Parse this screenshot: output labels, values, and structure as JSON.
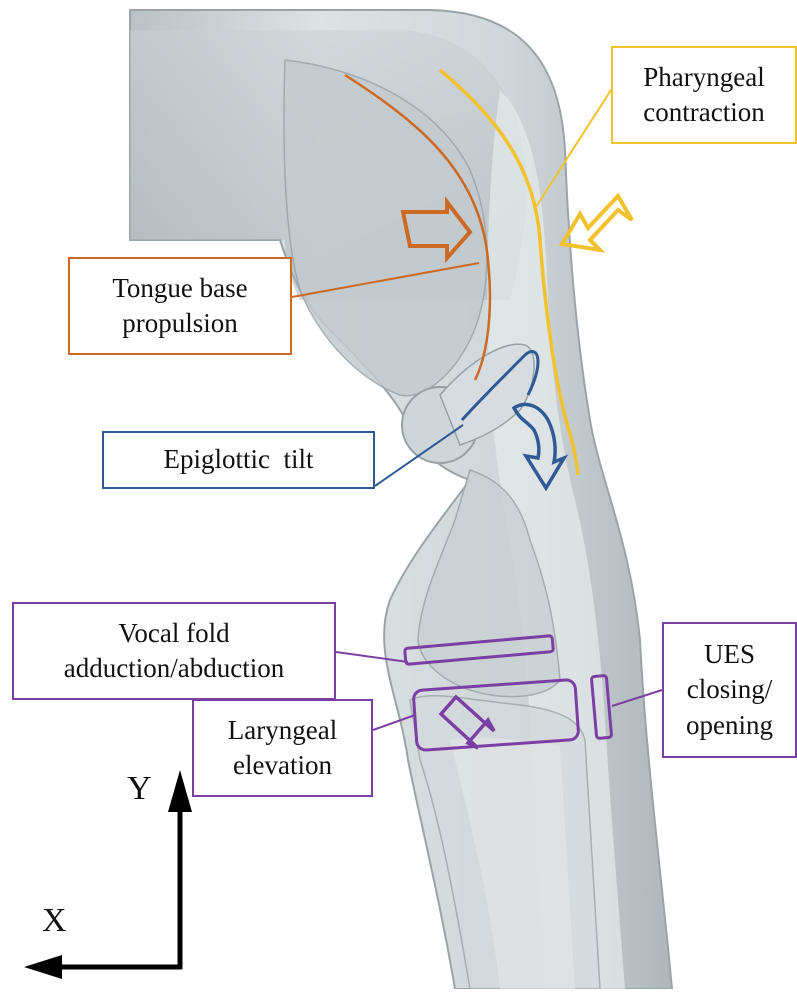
{
  "colors": {
    "background": "#ffffff",
    "tongue": "#cc6a24",
    "pharyngeal": "#f2c12e",
    "epiglottic": "#2f5a96",
    "laryngeal": "#7b3fa4",
    "tissue_light": "#dfe4e6",
    "tissue_mid": "#c8cfd2",
    "tissue_dark": "#a9b2b6",
    "axis": "#000000"
  },
  "labels": {
    "pharyngeal": {
      "line1": "Pharyngeal",
      "line2": "contraction"
    },
    "tongue": {
      "line1": "Tongue base",
      "line2": "propulsion"
    },
    "epiglottic": {
      "line1": "Epiglottic  tilt"
    },
    "vocal": {
      "line1": "Vocal fold",
      "line2": "adduction/abduction"
    },
    "ues": {
      "line1": "UES",
      "line2": "closing/",
      "line3": "opening"
    },
    "laryngeal": {
      "line1": "Laryngeal",
      "line2": "elevation"
    }
  },
  "axes": {
    "y_label": "Y",
    "x_label": "X"
  },
  "icons": {
    "tongue_arrow": "right-arrow-icon",
    "pharyngeal_arrow": "down-left-arrow-icon",
    "epiglottic_arrow": "curved-down-arrow-icon",
    "laryngeal_arrow": "up-left-arrow-icon"
  }
}
